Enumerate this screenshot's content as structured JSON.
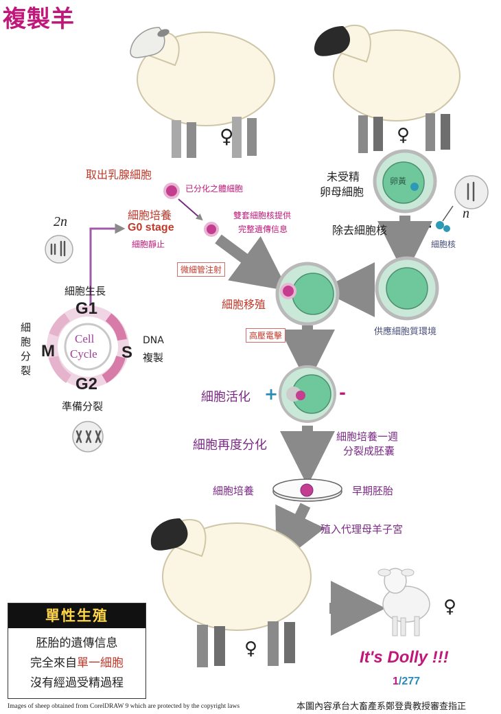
{
  "title": "複製羊",
  "labels": {
    "mammary": "取出乳腺細胞",
    "differentiated": "已分化之體細胞",
    "culture": "細胞培養",
    "g0": "G0 stage",
    "quiescent": "細胞靜止",
    "diploid": "2n",
    "haploid": "n",
    "donor_nucleus": "雙套細胞核提供",
    "donor_info": "完整遺傳信息",
    "microinjection": "微細管注射",
    "transfer": "細胞移殖",
    "unfertilized": "未受精",
    "egg_cell": "卵母細胞",
    "egg_yolk": "卵黃",
    "enucleate": "除去細胞核",
    "nucleus": "細胞核",
    "cytoplasm_env": "供應細胞質環境",
    "electric_shock": "高壓電擊",
    "activation": "細胞活化",
    "plus": "+",
    "minus": "-",
    "redifferentiate": "細胞再度分化",
    "weekly_culture": "細胞培養一週",
    "split_embryo": "分裂成胚囊",
    "culture2": "細胞培養",
    "early_embryo": "早期胚胎",
    "surrogate": "殖入代理母羊子宮",
    "female": "♀"
  },
  "cell_cycle": {
    "growth": "細胞生長",
    "g1": "G1",
    "g2": "G2",
    "s": "S",
    "m": "M",
    "center_1": "Cell",
    "center_2": "Cycle",
    "dna": "DNA",
    "replication": "複製",
    "mitosis_1": "細",
    "mitosis_2": "胞",
    "mitosis_3": "分",
    "mitosis_4": "裂",
    "prepare": "準備分裂"
  },
  "legend": {
    "heading": "單性生殖",
    "line1": "胚胎的遺傳信息",
    "line2_pre": "完全來自",
    "line2_hl": "單一細胞",
    "line3": "沒有經過受精過程"
  },
  "result": "It's Dolly !!!",
  "page": {
    "current": "1",
    "sep": "/",
    "total": "277"
  },
  "footer": {
    "credit": "Images of sheep obtained from CorelDRAW 9 which are protected by the copyright laws",
    "note": "本圖內容承台大畜產系鄭登貴教授審查指正"
  },
  "colors": {
    "title": "#c0187a",
    "arrow": "#8a8a8a",
    "cell_green": "#6fc79c",
    "cell_outline": "#c9e8d8",
    "nucleus_pink": "#c43d8e"
  }
}
